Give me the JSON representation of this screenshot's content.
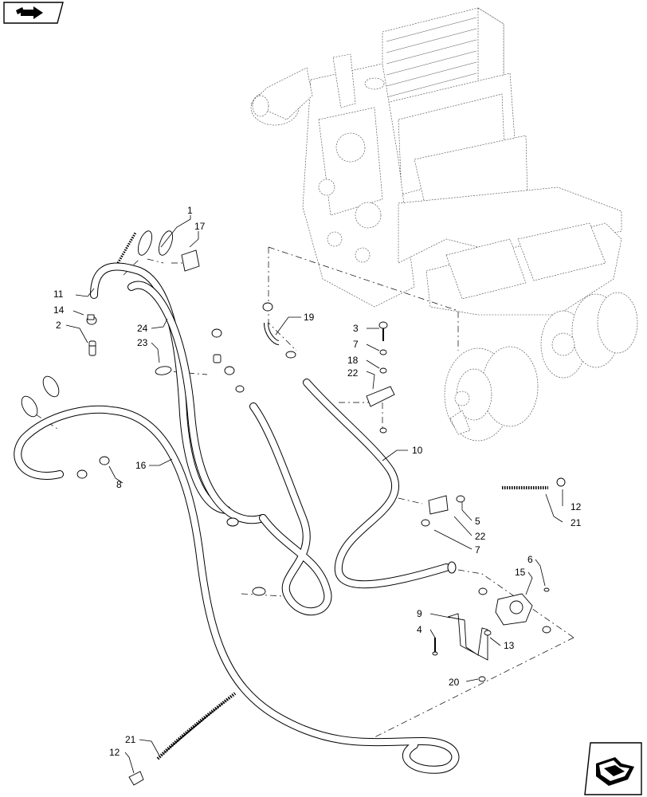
{
  "callouts": {
    "c1": "1",
    "c17": "17",
    "c11": "11",
    "c14": "14",
    "c2": "2",
    "c24": "24",
    "c23": "23",
    "c19": "19",
    "c3": "3",
    "c7a": "7",
    "c18": "18",
    "c22a": "22",
    "c16": "16",
    "c8": "8",
    "c10": "10",
    "c5": "5",
    "c22b": "22",
    "c7b": "7",
    "c12a": "12",
    "c21a": "21",
    "c6": "6",
    "c15": "15",
    "c9": "9",
    "c4": "4",
    "c13": "13",
    "c20": "20",
    "c21b": "21",
    "c12b": "12"
  },
  "icons": {
    "nav_icon_top": "page-back-arrow-icon",
    "nav_icon_bottom": "next-page-arrow-icon"
  },
  "colors": {
    "line": "#000000",
    "background": "#ffffff"
  }
}
